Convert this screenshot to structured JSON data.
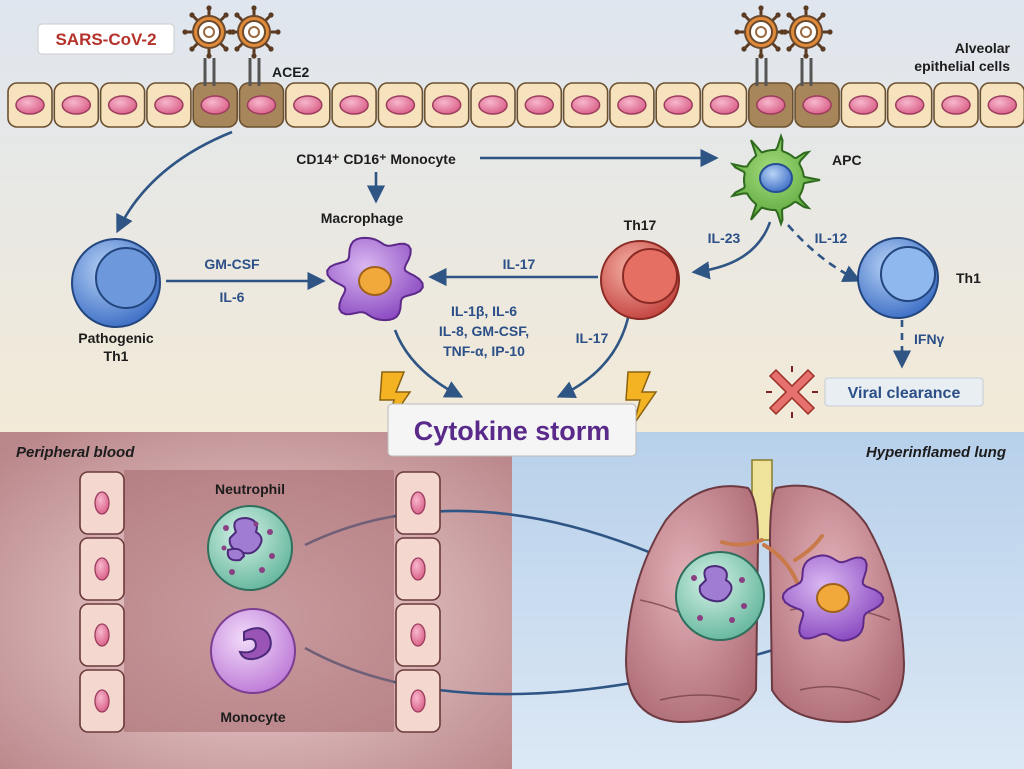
{
  "labels": {
    "sars": "SARS-CoV-2",
    "ace2": "ACE2",
    "alveolar_line1": "Alveolar",
    "alveolar_line2": "epithelial cells",
    "monocyte_cd": "CD14⁺ CD16⁺ Monocyte",
    "apc": "APC",
    "macrophage": "Macrophage",
    "th17": "Th17",
    "th1": "Th1",
    "pathogenic_line1": "Pathogenic",
    "pathogenic_line2": "Th1",
    "viral_clearance": "Viral clearance",
    "cytokine_storm": "Cytokine storm",
    "peripheral_blood": "Peripheral blood",
    "hyperinflamed_lung": "Hyperinflamed lung",
    "neutrophil": "Neutrophil",
    "monocyte": "Monocyte"
  },
  "cytokines": {
    "gmcsf": "GM-CSF",
    "il6": "IL-6",
    "il17_top": "IL-17",
    "il17_bottom": "IL-17",
    "il23": "IL-23",
    "il12": "IL-12",
    "ifng": "IFNγ",
    "mac_line1": "IL-1β, IL-6",
    "mac_line2": "IL-8, GM-CSF,",
    "mac_line3": "TNF-α, IP-10"
  },
  "colors": {
    "virus_ring": "#6b4a2e",
    "epithelium": "#f6e3bd",
    "infected_cell": "#a8865c",
    "nucleus": "#e07a9a",
    "arrow": "#2f5584",
    "macrophage": "#9b58c8",
    "th17": "#d9534f",
    "th1": "#4a7fd0",
    "apc": "#5aa33a",
    "neutrophil": "#7cc9b2",
    "monocyte": "#c98ae0",
    "cytokine_storm_text": "#5a2a8a",
    "blood_panel": "#b97f84",
    "lung_panel": "#b9d3ec"
  }
}
